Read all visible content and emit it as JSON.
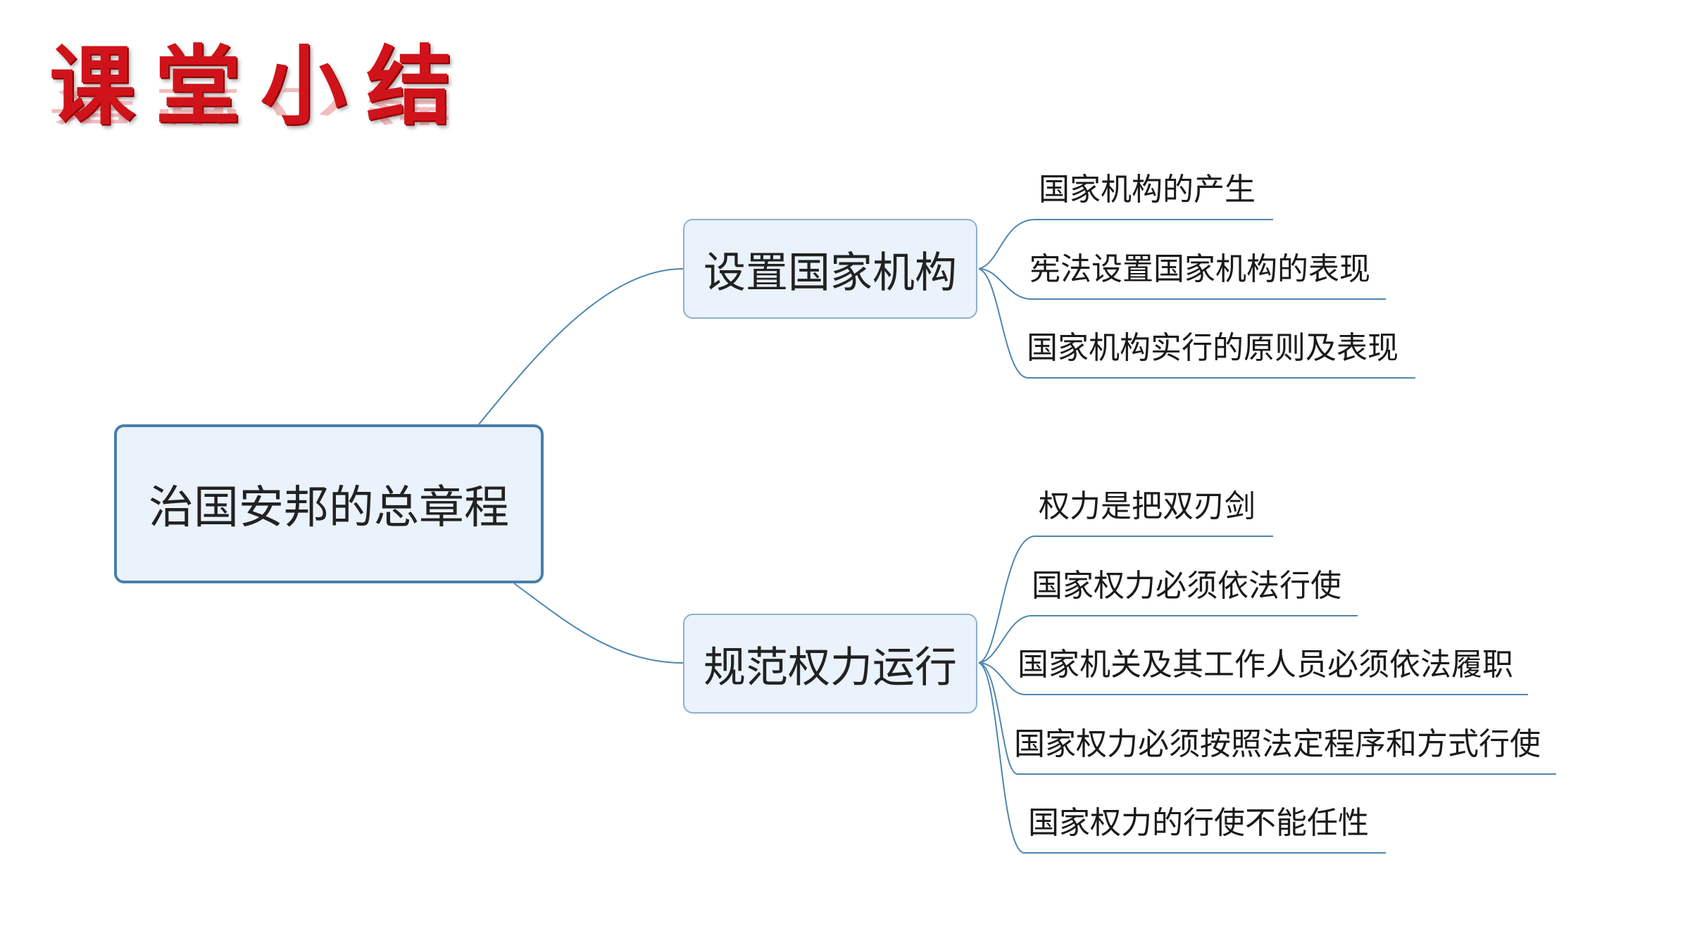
{
  "title": "课堂小结",
  "colors": {
    "title": "#d0131a",
    "connector": "#4f86b0",
    "node_fill": "#eaf2fb",
    "root_border": "#4a7eab"
  },
  "root": "治国安邦的总章程",
  "branches": [
    {
      "label": "设置国家机构",
      "leaves": [
        "国家机构的产生",
        "宪法设置国家机构的表现",
        "国家机构实行的原则及表现"
      ]
    },
    {
      "label": "规范权力运行",
      "leaves": [
        "权力是把双刃剑",
        "国家权力必须依法行使",
        "国家机关及其工作人员必须依法履职",
        "国家权力必须按照法定程序和方式行使",
        "国家权力的行使不能任性"
      ]
    }
  ]
}
